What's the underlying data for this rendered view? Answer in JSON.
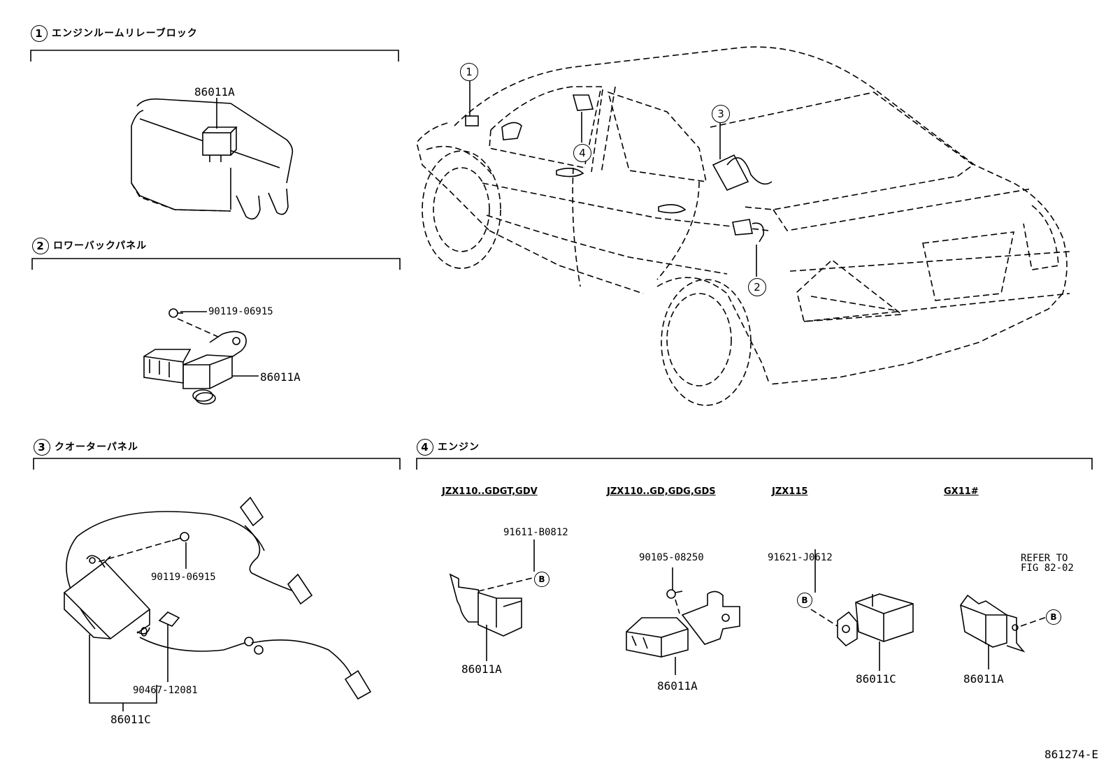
{
  "sections": [
    {
      "num": "1",
      "title": "エンジンルームリレーブロック"
    },
    {
      "num": "2",
      "title": "ロワーバックパネル"
    },
    {
      "num": "3",
      "title": "クオーターパネル"
    },
    {
      "num": "4",
      "title": "エンジン"
    }
  ],
  "parts": {
    "s1_relay": "86011A",
    "s2_bolt": "90119-06915",
    "s2_relay": "86011A",
    "s3_bolt": "90119-06915",
    "s3_clip": "90467-12081",
    "s3_module": "86011C"
  },
  "engine_variants": [
    {
      "model": "JZX110..GDGT,GDV",
      "fastener": "91611-B0812",
      "relay": "86011A",
      "mark": "B"
    },
    {
      "model": "JZX110..GD,GDG,GDS",
      "fastener": "90105-08250",
      "relay": "86011A"
    },
    {
      "model": "JZX115",
      "fastener": "91621-J0612",
      "relay": "86011C",
      "mark": "B"
    },
    {
      "model": "GX11#",
      "reference_line1": "REFER TO",
      "reference_line2": "FIG 82-02",
      "relay": "86011A",
      "mark": "B"
    }
  ],
  "car_callouts": [
    "1",
    "4",
    "3",
    "2"
  ],
  "figure_id": "861274-E"
}
